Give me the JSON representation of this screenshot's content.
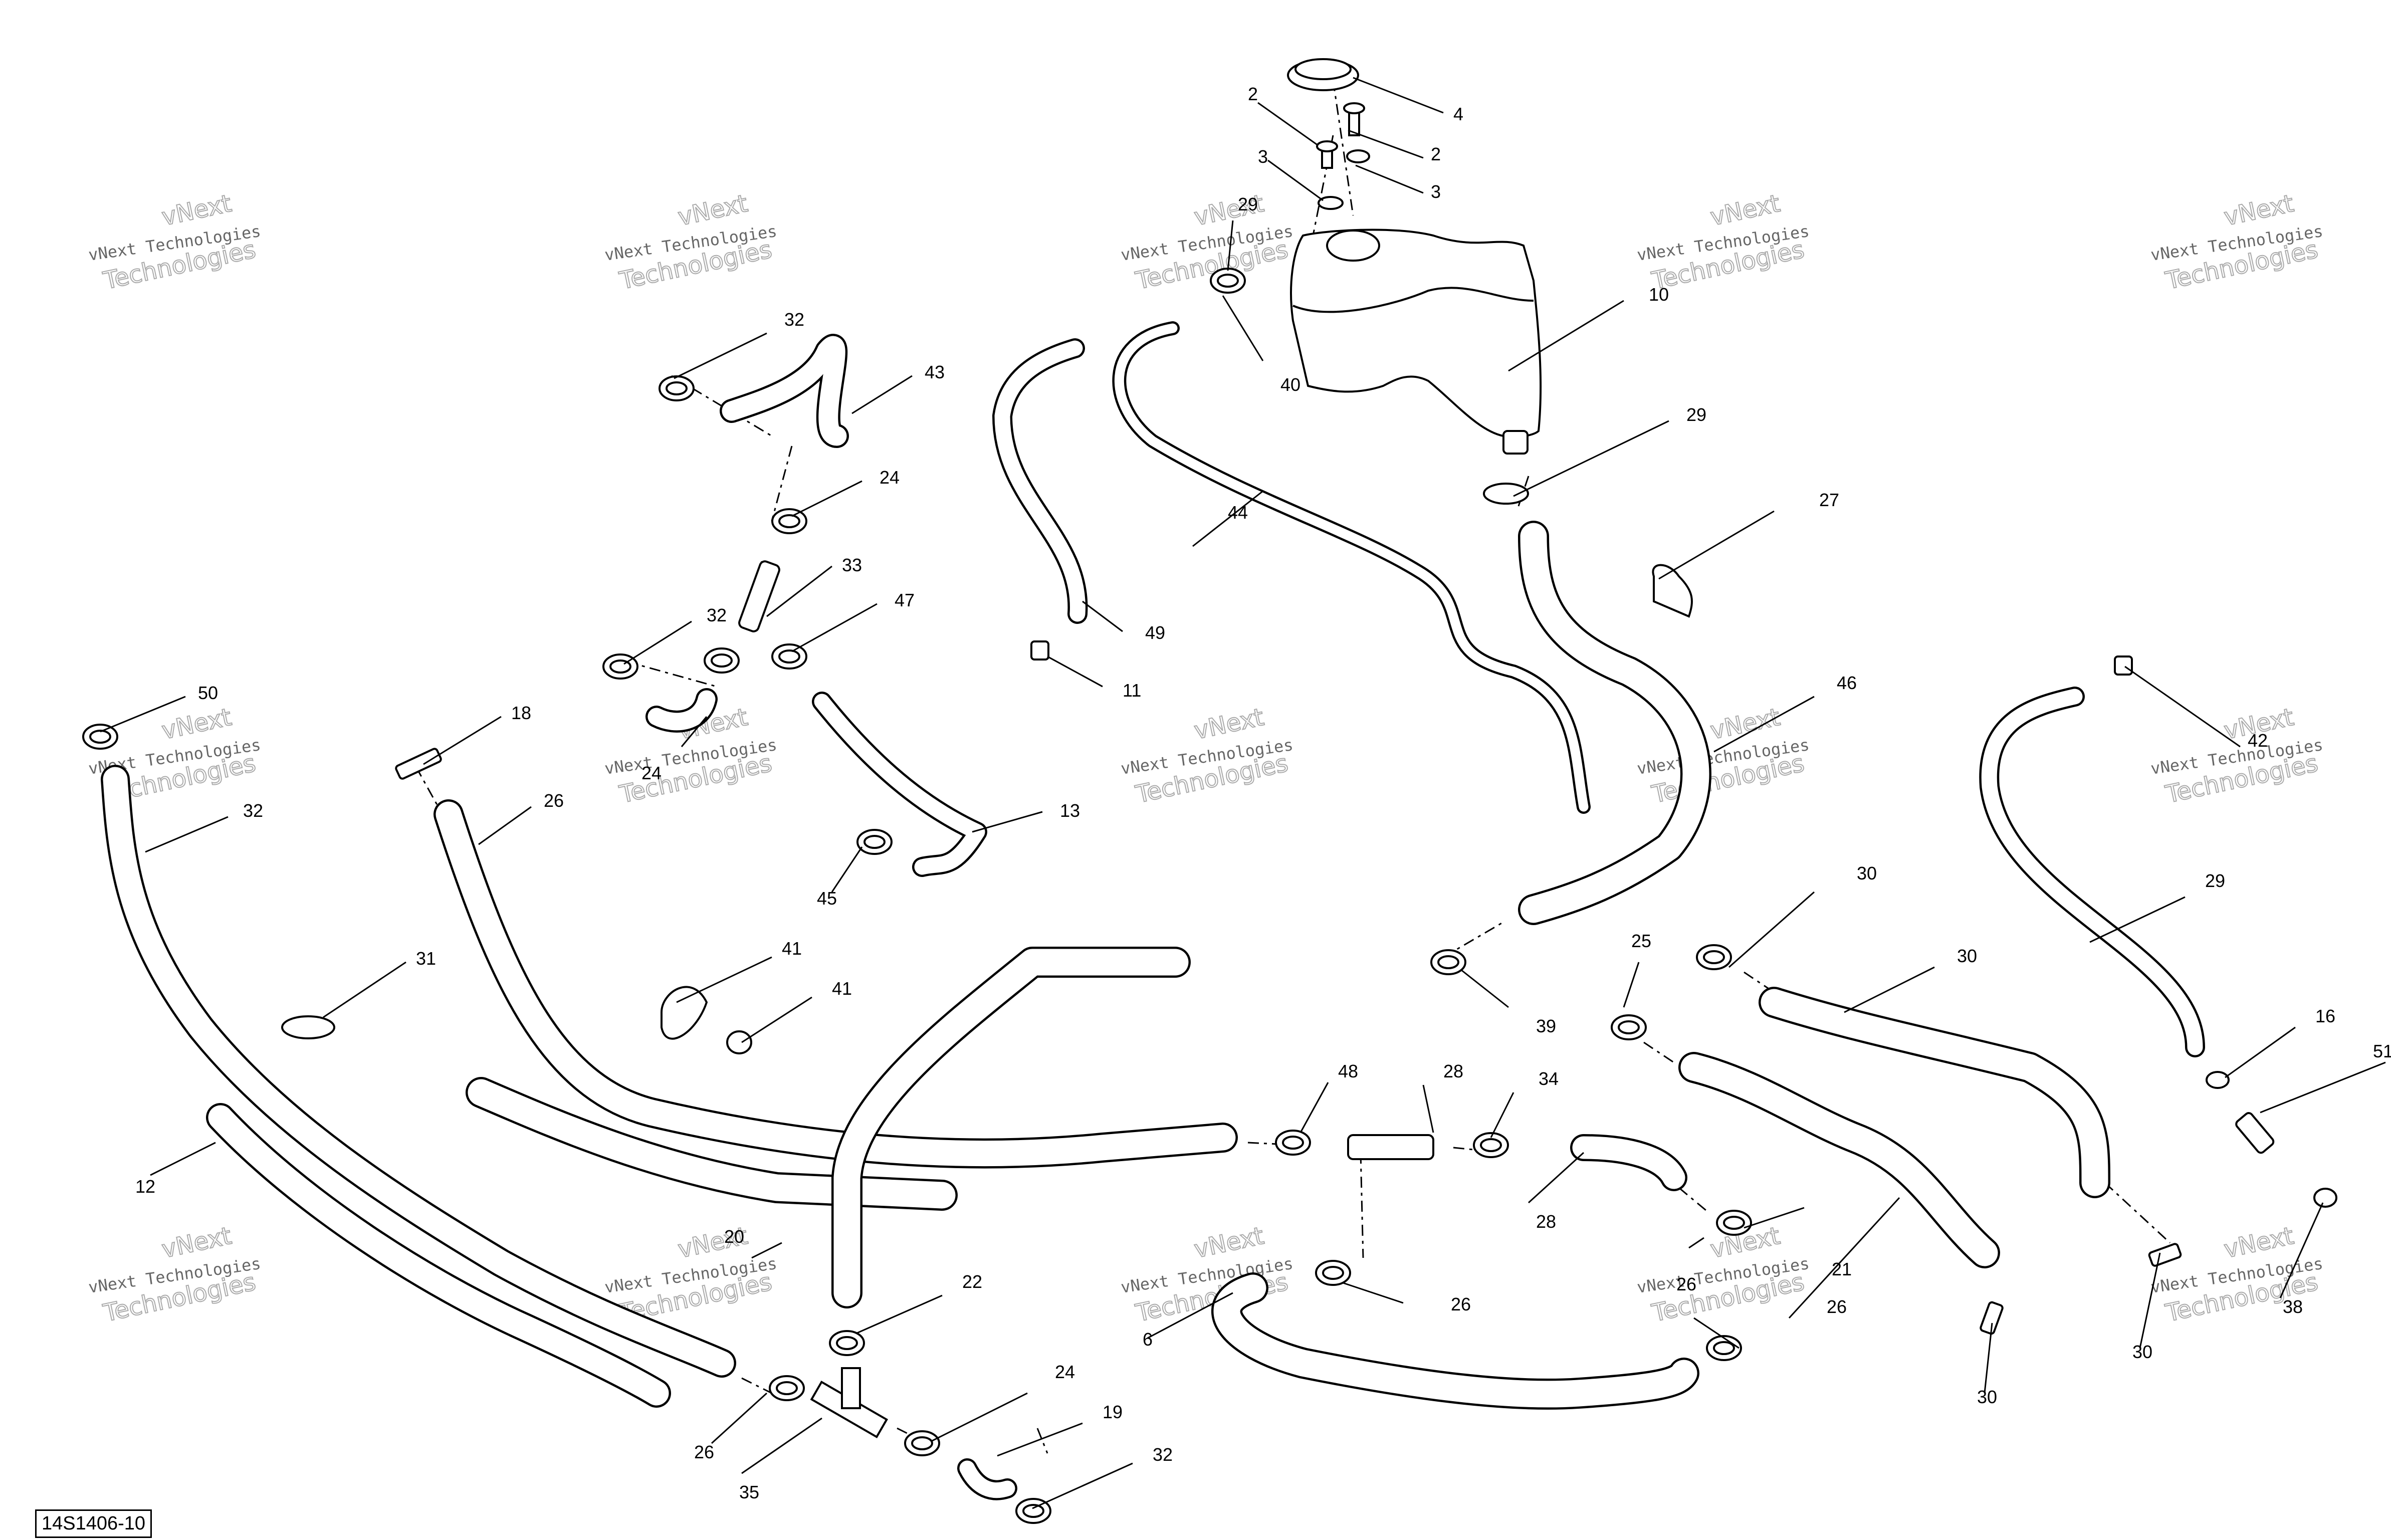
{
  "figure_ref": "14S1406-10",
  "watermark": {
    "line1": "vNext Technologies",
    "line2": "vNext",
    "line3": "Technologies"
  },
  "callouts": [
    "2",
    "2",
    "3",
    "3",
    "4",
    "10",
    "29",
    "40",
    "32",
    "43",
    "24",
    "33",
    "47",
    "32",
    "24",
    "44",
    "49",
    "11",
    "29",
    "27",
    "46",
    "50",
    "32",
    "18",
    "26",
    "13",
    "45",
    "31",
    "41",
    "41",
    "39",
    "25",
    "30",
    "30",
    "42",
    "29",
    "16",
    "51",
    "48",
    "28",
    "34",
    "28",
    "12",
    "20",
    "22",
    "26",
    "24",
    "35",
    "19",
    "32",
    "6",
    "26",
    "26",
    "21",
    "26",
    "30",
    "30",
    "38"
  ]
}
